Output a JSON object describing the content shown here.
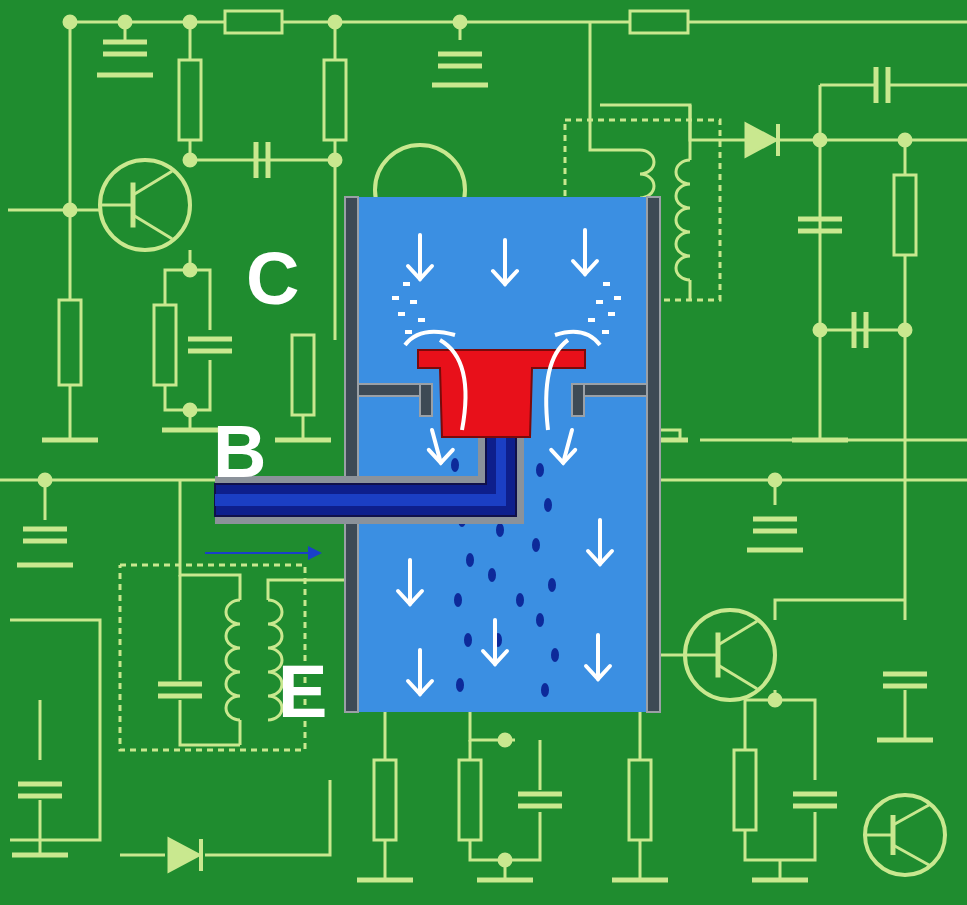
{
  "diagram": {
    "labels": [
      "C",
      "B",
      "E"
    ]
  }
}
